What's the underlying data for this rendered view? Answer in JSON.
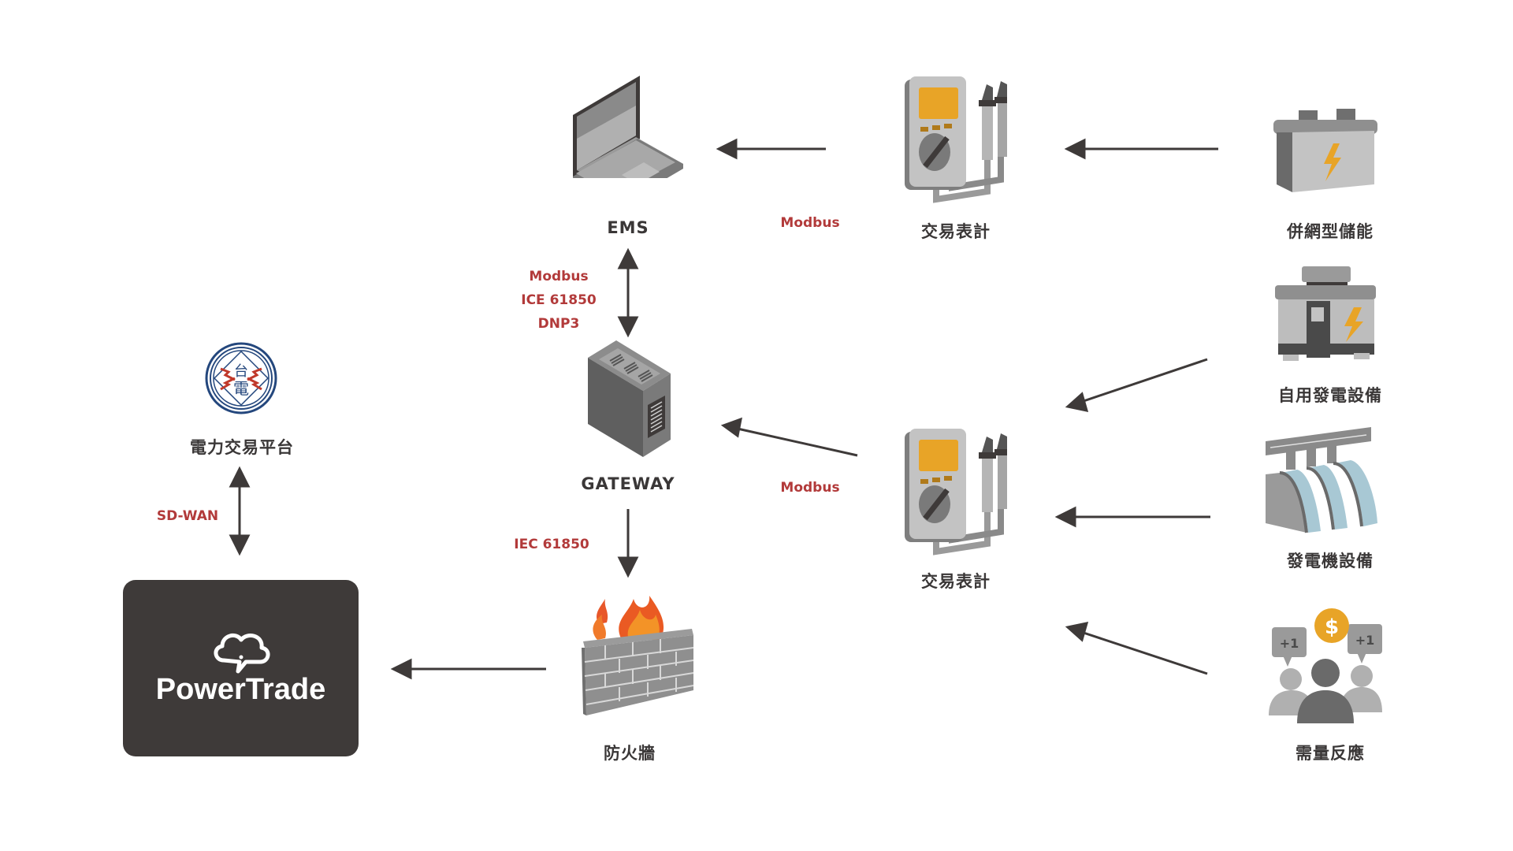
{
  "colors": {
    "arrow": "#3e3a39",
    "protocol_text": "#b23a3a",
    "label_text": "#3a3737",
    "powertrade_bg": "#3e3a39",
    "accent_orange": "#e8a427",
    "device_gray": "#9e9e9e"
  },
  "nodes": {
    "ems": {
      "label": "EMS",
      "icon": "laptop-icon"
    },
    "gateway": {
      "label": "GATEWAY",
      "icon": "server-icon"
    },
    "firewall": {
      "label": "防火牆",
      "icon": "firewall-icon"
    },
    "taipower": {
      "label": "電力交易平台",
      "icon": "taipower-logo-icon"
    },
    "powertrade": {
      "label": "PowerTrade",
      "icon": "cloud-chat-icon"
    },
    "meter_top": {
      "label": "交易表計",
      "icon": "multimeter-icon"
    },
    "meter_mid": {
      "label": "交易表計",
      "icon": "multimeter-icon"
    },
    "storage": {
      "label": "併網型儲能",
      "icon": "battery-icon"
    },
    "self_gen": {
      "label": "自用發電設備",
      "icon": "generator-icon"
    },
    "generator": {
      "label": "發電機設備",
      "icon": "dam-icon"
    },
    "demand": {
      "label": "需量反應",
      "icon": "people-dollar-icon"
    }
  },
  "protocols": {
    "meter_to_ems": "Modbus",
    "ems_gateway": [
      "Modbus",
      "ICE 61850",
      "DNP3"
    ],
    "meter_to_gateway": "Modbus",
    "gateway_to_firewall": "IEC 61850",
    "sdwan": "SD-WAN"
  },
  "edges": [
    {
      "from": "meter_top",
      "to": "ems",
      "type": "one-way"
    },
    {
      "from": "storage",
      "to": "meter_top",
      "type": "one-way"
    },
    {
      "from": "ems",
      "to": "gateway",
      "type": "two-way"
    },
    {
      "from": "meter_mid",
      "to": "gateway",
      "type": "one-way"
    },
    {
      "from": "self_gen",
      "to": "meter_mid",
      "type": "one-way"
    },
    {
      "from": "generator",
      "to": "meter_mid",
      "type": "one-way"
    },
    {
      "from": "demand",
      "to": "meter_mid",
      "type": "one-way"
    },
    {
      "from": "gateway",
      "to": "firewall",
      "type": "one-way"
    },
    {
      "from": "firewall",
      "to": "powertrade",
      "type": "one-way"
    },
    {
      "from": "taipower",
      "to": "powertrade",
      "type": "two-way"
    }
  ]
}
